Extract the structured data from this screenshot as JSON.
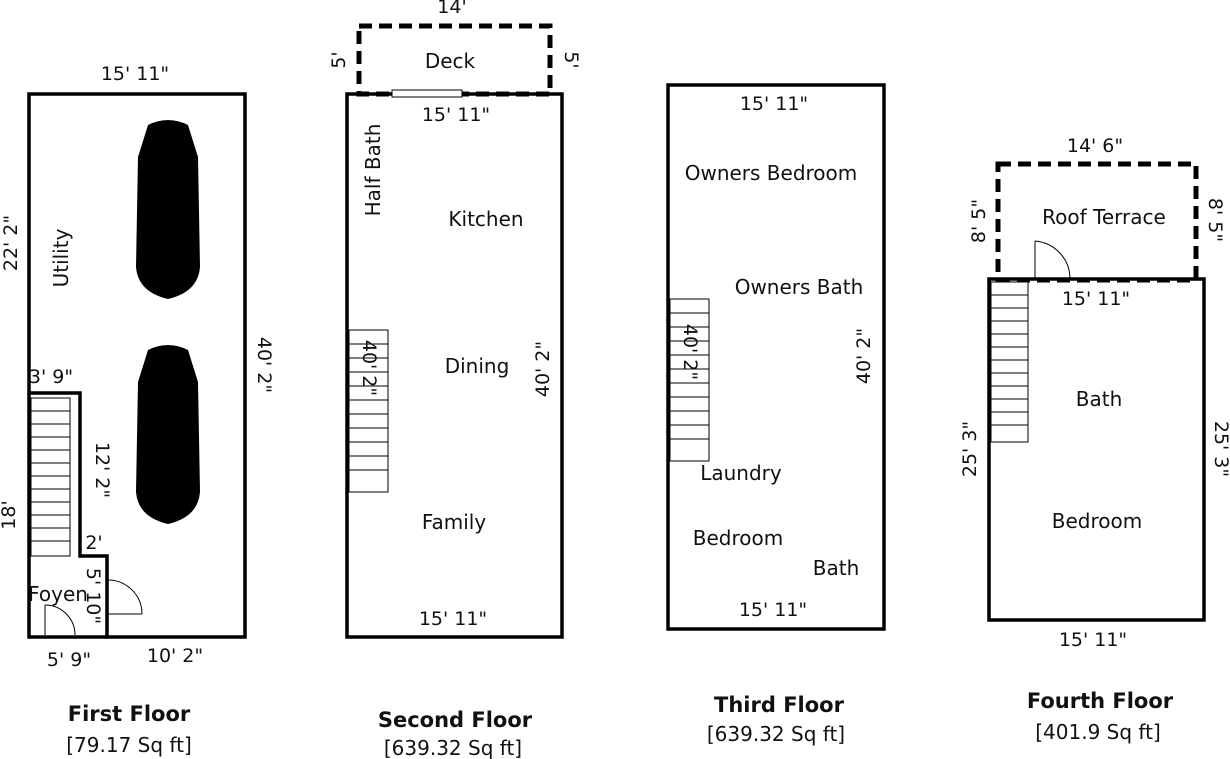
{
  "floors": [
    {
      "title": "First Floor",
      "area": "[79.17 Sq ft]",
      "rooms": {
        "utility": "Utility",
        "foyer": "Foyen"
      },
      "dims": {
        "top": "15' 11\"",
        "left": "22' 2\"",
        "right": "40' 2\"",
        "notch_width": "3' 9\"",
        "inner": "12' 2\"",
        "left_lower": "18'",
        "step": "2'",
        "foyer_height": "5' 10\"",
        "bottom_left": "5' 9\"",
        "bottom_right": "10' 2\""
      }
    },
    {
      "title": "Second Floor",
      "area": "[639.32 Sq ft]",
      "rooms": {
        "deck": "Deck",
        "half_bath": "Half Bath",
        "kitchen": "Kitchen",
        "dining": "Dining",
        "family": "Family"
      },
      "dims": {
        "deck_top": "14'",
        "deck_left": "5'",
        "deck_right": "5'",
        "top": "15' 11\"",
        "stair": "40' 2\"",
        "right": "40' 2\"",
        "bottom": "15' 11\""
      }
    },
    {
      "title": "Third Floor",
      "area": "[639.32 Sq ft]",
      "rooms": {
        "owners_bedroom": "Owners Bedroom",
        "owners_bath": "Owners Bath",
        "laundry": "Laundry",
        "bedroom": "Bedroom",
        "bath": "Bath"
      },
      "dims": {
        "top": "15' 11\"",
        "stair": "40' 2\"",
        "right": "40' 2\"",
        "bottom": "15' 11\""
      }
    },
    {
      "title": "Fourth Floor",
      "area": "[401.9 Sq ft]",
      "rooms": {
        "roof_terrace": "Roof Terrace",
        "bath": "Bath",
        "bedroom": "Bedroom"
      },
      "dims": {
        "terrace_top": "14' 6\"",
        "terrace_left": "8' 5\"",
        "terrace_right": "8' 5\"",
        "top": "15' 11\"",
        "left": "25' 3\"",
        "right": "25' 3\"",
        "bottom": "15' 11\""
      }
    }
  ]
}
